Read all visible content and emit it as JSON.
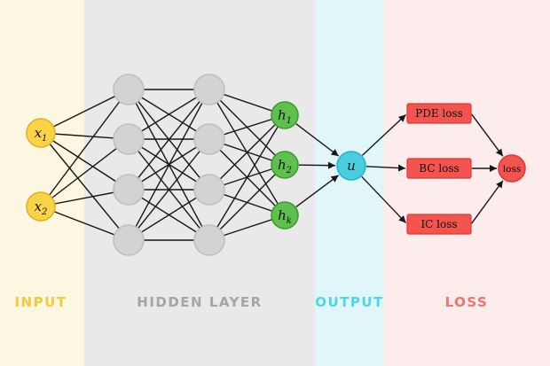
{
  "diagram": {
    "bands": {
      "input": {
        "label": "INPUT",
        "bg": "#fcf7e0",
        "label_color": "#f0cc3a"
      },
      "hidden": {
        "label": "HIDDEN LAYER",
        "bg": "#e9e9e9",
        "label_color": "#a5a5a5"
      },
      "output": {
        "label": "OUTPUT",
        "bg": "#e1f6f8",
        "label_color": "#4fd5e8"
      },
      "loss": {
        "label": "LOSS",
        "bg": "#fdecec",
        "label_color": "#f3736b"
      }
    },
    "nodes": {
      "inputs": [
        {
          "base": "x",
          "sub": "1"
        },
        {
          "base": "x",
          "sub": "2"
        }
      ],
      "hidden_nodes_count": 8,
      "greens": [
        {
          "base": "h",
          "sub": "1"
        },
        {
          "base": "h",
          "sub": "2"
        },
        {
          "base": "h",
          "sub": "k"
        }
      ],
      "output": "u",
      "loss": "loss"
    },
    "loss_boxes": [
      "PDE loss",
      "BC loss",
      "IC loss"
    ],
    "colors": {
      "input_node": "#fbd346",
      "input_node_border": "#e3b02c",
      "hidden_node": "#d3d3d3",
      "hidden_node_border": "#bfbfbf",
      "green_node": "#5fc14d",
      "green_node_border": "#3d9c31",
      "output_node": "#49cde0",
      "output_node_border": "#2ab3c8",
      "loss_box": "#f4544e",
      "loss_box_border": "#d93a36",
      "loss_node": "#f4544e",
      "line": "#161616"
    }
  }
}
